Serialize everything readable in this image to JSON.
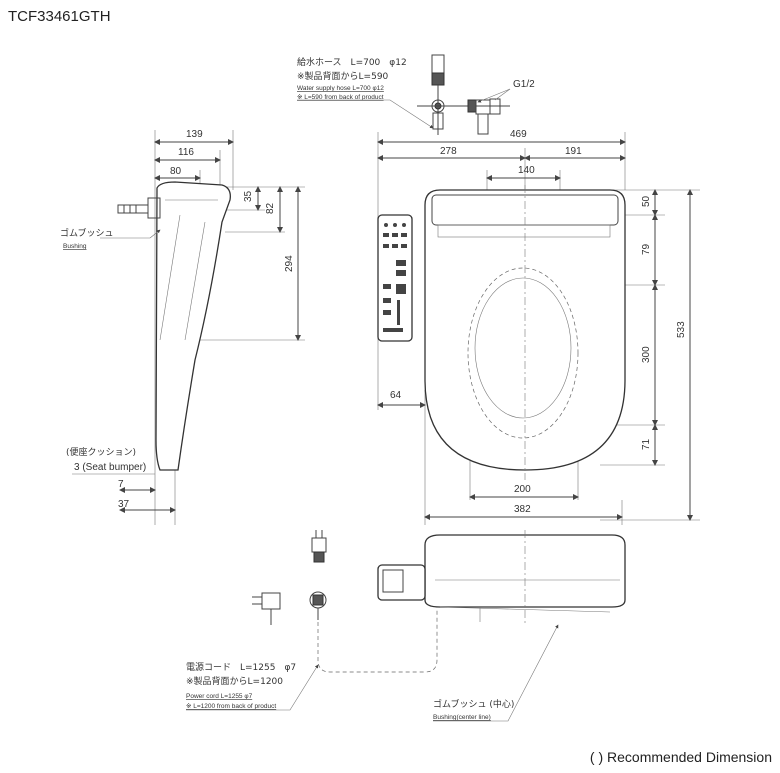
{
  "title": "TCF33461GTH",
  "legend": "( ) Recommended Dimension",
  "side_view": {
    "dims": {
      "d139": "139",
      "d116": "116",
      "d80": "80",
      "d35": "35",
      "d82": "82",
      "d294": "294",
      "d7": "7",
      "d37": "37"
    },
    "bushing_jp": "ゴムブッシュ",
    "bushing_en": "Bushing",
    "seat_cushion_jp": "(便座クッション)",
    "seat_bumper": "3 (Seat bumper)"
  },
  "front_view": {
    "dims": {
      "d469": "469",
      "d278": "278",
      "d191": "191",
      "d140": "140",
      "d50": "50",
      "d79": "79",
      "d300": "300",
      "d533": "533",
      "d71": "71",
      "d64": "64",
      "d200": "200",
      "d382": "382"
    }
  },
  "water_hose": {
    "jp1": "給水ホース　L=700　φ12",
    "jp2": "※製品背面からL=590",
    "en1": "Water supply hose L=700 φ12",
    "en2": "※ L=590 from back of product",
    "thread": "G1/2"
  },
  "power_cord": {
    "jp1": "電源コード　L=1255　φ7",
    "jp2": "※製品背面からL=1200",
    "en1": "Power cord L=1255 φ7",
    "en2": "※ L=1200 from back of product"
  },
  "center_bushing": {
    "jp": "ゴムブッシュ (中心)",
    "en": "Bushing(center line)"
  }
}
